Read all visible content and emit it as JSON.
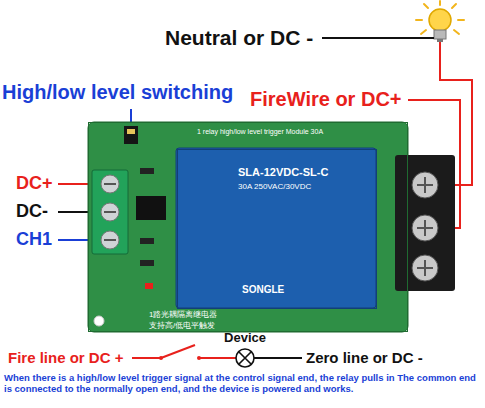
{
  "diagram": {
    "nodes": [
      {
        "text": [
          "1 relay high/low level trigger Module 30A",
          "1路光耦隔离继电器",
          "支持高/低电平触发"
        ]
      },
      {
        "text": [
          "SLA-12VDC-SL-C",
          "30A 250VAC/30VDC",
          "SONGLE"
        ],
        "in": 0
      },
      {
        "text": [
          "Device"
        ]
      }
    ],
    "labels": [
      "Neutral or DC -",
      "High/low level switching",
      "FireWire or DC+",
      "DC+",
      "DC-",
      "CH1",
      "Fire line or DC +",
      "Zero line or DC -",
      "When there is a high/low level trigger signal at the control signal end, the relay pulls in The common end is connected to the normally open end, and the device is powered and works."
    ]
  }
}
